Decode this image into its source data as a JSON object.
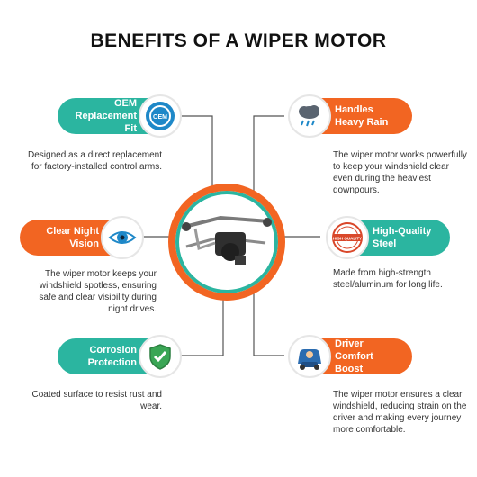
{
  "title": "BENEFITS OF A WIPER MOTOR",
  "colors": {
    "teal": "#2bb5a0",
    "orange": "#f26522",
    "line": "#555555"
  },
  "center_image": {
    "icon": "wiper-motor-assembly"
  },
  "benefits": [
    {
      "title": "OEM Replacement Fit",
      "description": "Designed as a direct replacement for factory-installed control arms.",
      "badge_text": "OEM",
      "icon": "oem-seal-icon",
      "color": "teal"
    },
    {
      "title": "Handles Heavy Rain",
      "description": "The wiper motor works powerfully to keep your windshield clear even during the heaviest downpours.",
      "icon": "rain-cloud-icon",
      "color": "orange"
    },
    {
      "title": "Clear Night Vision",
      "description": "The wiper motor keeps your windshield spotless, ensuring safe and clear visibility during night drives.",
      "icon": "eye-icon",
      "color": "orange"
    },
    {
      "title": "High-Quality Steel",
      "description": "Made from high-strength steel/aluminum for long life.",
      "badge_text": "HIGH QUALITY",
      "icon": "quality-stamp-icon",
      "color": "teal"
    },
    {
      "title": "Corrosion Protection",
      "description": "Coated surface to resist rust and wear.",
      "icon": "shield-check-icon",
      "color": "teal"
    },
    {
      "title": "Driver Comfort Boost",
      "description": "The wiper motor ensures a clear windshield, reducing strain on the driver and making every journey more comfortable.",
      "icon": "driver-car-icon",
      "color": "orange"
    }
  ]
}
